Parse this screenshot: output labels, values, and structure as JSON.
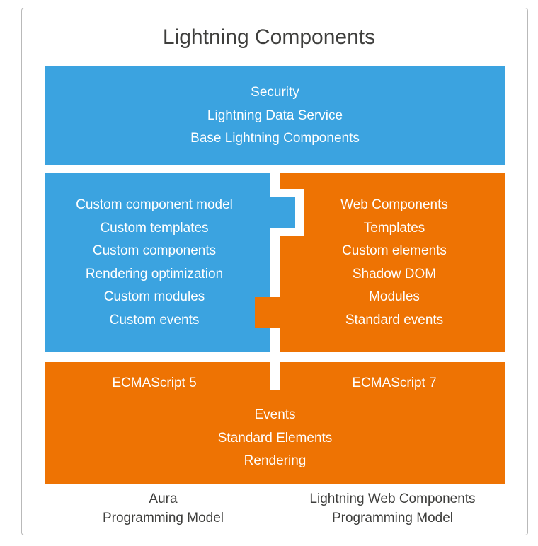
{
  "title": "Lightning Components",
  "colors": {
    "blue": "#3ba3e0",
    "orange": "#ee7303",
    "text_dark": "#3e3e3c"
  },
  "top_layer": [
    "Security",
    "Lightning Data Service",
    "Base Lightning Components"
  ],
  "aura_layer": [
    "Custom component model",
    "Custom templates",
    "Custom components",
    "Rendering optimization",
    "Custom modules",
    "Custom events"
  ],
  "web_layer": [
    "Web Components",
    "Templates",
    "Custom elements",
    "Shadow DOM",
    "Modules",
    "Standard events"
  ],
  "script_layer": {
    "left": "ECMAScript 5",
    "right": "ECMAScript 7"
  },
  "platform_layer": [
    "Events",
    "Standard Elements",
    "Rendering"
  ],
  "footer": {
    "left": [
      "Aura",
      "Programming Model"
    ],
    "right": [
      "Lightning Web Components",
      "Programming Model"
    ]
  }
}
